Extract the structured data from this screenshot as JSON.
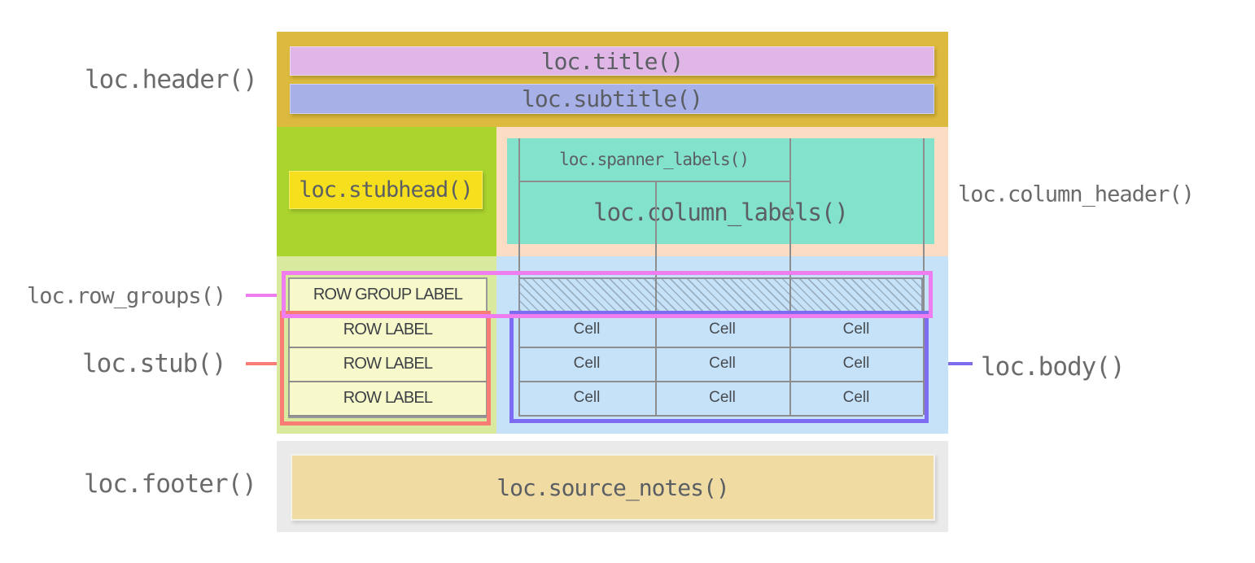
{
  "figure": {
    "annotations": {
      "header": "loc.header()",
      "row_groups": "loc.row_groups()",
      "stub": "loc.stub()",
      "footer": "loc.footer()",
      "column_header": "loc.column_header()",
      "body": "loc.body()"
    },
    "table": {
      "title": "loc.title()",
      "subtitle": "loc.subtitle()",
      "stubhead": "loc.stubhead()",
      "spanner_labels": "loc.spanner_labels()",
      "column_labels": "loc.column_labels()",
      "row_group_label": "ROW GROUP LABEL",
      "row_labels": [
        "ROW LABEL",
        "ROW LABEL",
        "ROW LABEL"
      ],
      "body_rows": [
        [
          "Cell",
          "Cell",
          "Cell"
        ],
        [
          "Cell",
          "Cell",
          "Cell"
        ],
        [
          "Cell",
          "Cell",
          "Cell"
        ]
      ],
      "source_notes": "loc.source_notes()"
    },
    "colors": {
      "header_band": "#dcba3e",
      "title_box": "#e0b6e6",
      "subtitle_box": "#a8b0e8",
      "stubhead_band": "#abd42f",
      "stubhead_box": "#f6e01d",
      "column_header_band": "#fcdcc2",
      "column_labels_box": "#83e2cb",
      "stub_band": "#d9e99e",
      "stub_box": "#f8f9cb",
      "body_band": "#c6e2f9",
      "footer_band": "#eaeaea",
      "source_notes_box": "#f0dba3",
      "row_groups_outline": "#f07df0",
      "stub_outline": "#f97d74",
      "body_outline": "#7d6cf1",
      "grid_line": "#8d8d8d",
      "label_text": "#6b6b6b"
    }
  }
}
